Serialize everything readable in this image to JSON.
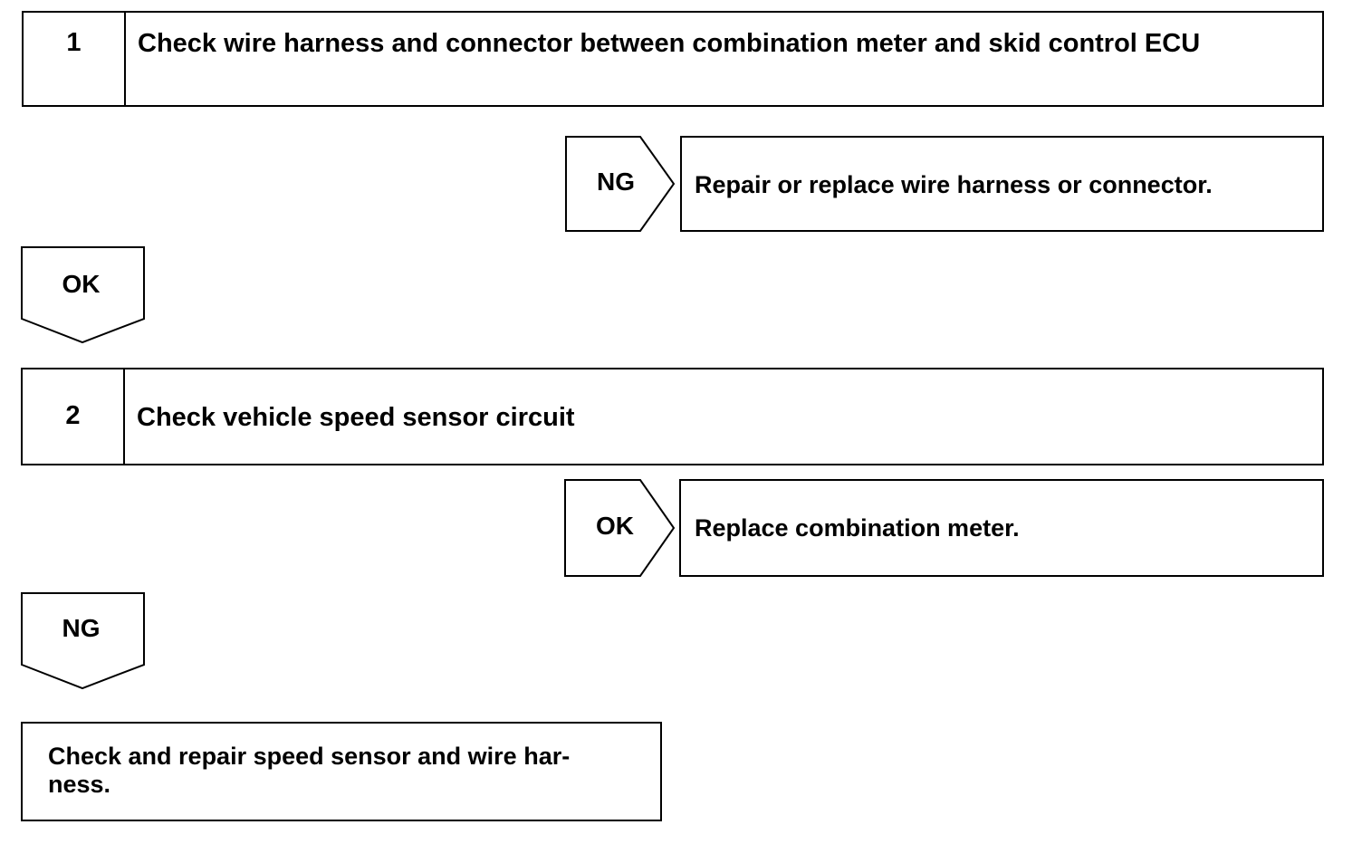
{
  "steps": [
    {
      "number": "1",
      "text": "Check wire harness and connector between combination meter and skid control ECU"
    },
    {
      "number": "2",
      "text": "Check vehicle speed sensor circuit"
    }
  ],
  "branches": {
    "step1_side": {
      "label": "NG",
      "action": "Repair or replace wire harness or connector."
    },
    "step1_down": {
      "label": "OK"
    },
    "step2_side": {
      "label": "OK",
      "action": "Replace combination meter."
    },
    "step2_down": {
      "label": "NG"
    }
  },
  "final": {
    "text": "Check and repair speed sensor and wire har- ness."
  }
}
